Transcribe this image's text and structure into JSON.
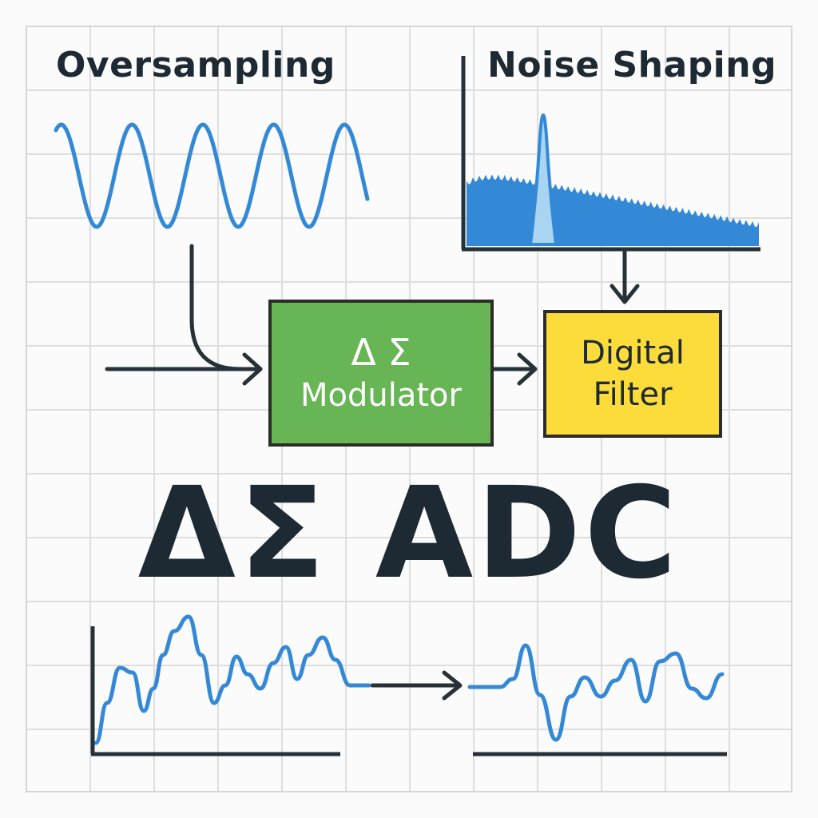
{
  "colors": {
    "text": "#1e2a33",
    "wave": "#3389d6",
    "wave_light": "#a9d4f2",
    "modulator_fill": "#67b554",
    "filter_fill": "#fbdc3a",
    "arrow": "#263238"
  },
  "sections": {
    "oversampling": {
      "title": "Oversampling"
    },
    "noise_shaping": {
      "title": "Noise Shaping"
    }
  },
  "blocks": {
    "modulator": {
      "symbol": "Δ Σ",
      "label": "Modulator"
    },
    "filter": {
      "line1": "Digital",
      "line2": "Filter"
    }
  },
  "title": "ΔΣ ADC"
}
